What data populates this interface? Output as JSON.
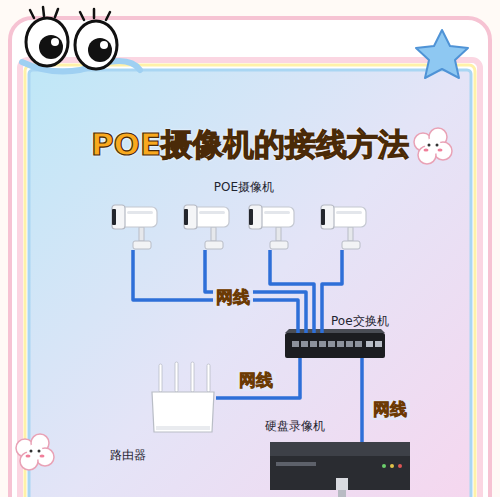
{
  "diagram": {
    "title": "POE摄像机的接线方法",
    "nodes": [
      {
        "text": [
          "POE摄像机"
        ]
      },
      {
        "text": [
          "Poe交换机"
        ]
      },
      {
        "text": [
          "路由器"
        ]
      },
      {
        "text": [
          "硬盘录像机"
        ]
      }
    ],
    "edges": [
      {
        "from": 0,
        "to": 1,
        "arrow": "none",
        "label": "网线"
      },
      {
        "from": 1,
        "to": 2,
        "arrow": "none",
        "label": "网线"
      },
      {
        "from": 1,
        "to": 3,
        "arrow": "none",
        "label": "网线"
      }
    ]
  }
}
